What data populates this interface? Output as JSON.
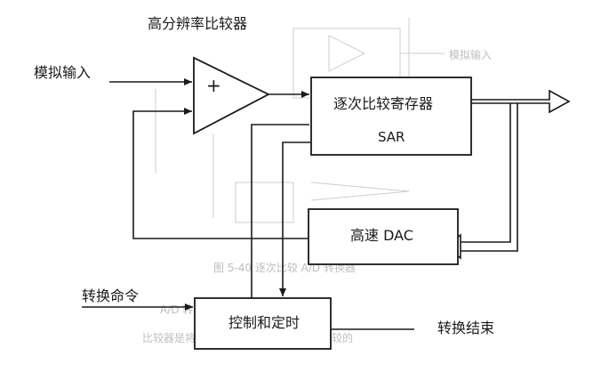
{
  "labels": {
    "comparator_title": "高分辨率比较器",
    "analog_input": "模拟输入",
    "plus_sign": "+",
    "sar_title": "逐次比较寄存器",
    "sar_sub": "SAR",
    "dac": "高速 DAC",
    "control": "控制和定时",
    "convert_command": "转换命令",
    "convert_end": "转换结束"
  },
  "bleed": {
    "line1": "A/D 转换器将输入模拟信号转换成为",
    "line2": "比较器是将模拟输入与 DAC 输出进行比较的",
    "caption": "图 5-40 逐次比较 A/D 转换器"
  },
  "colors": {
    "ink": "#1a1a1a",
    "ghost": "#b8b8b8"
  }
}
